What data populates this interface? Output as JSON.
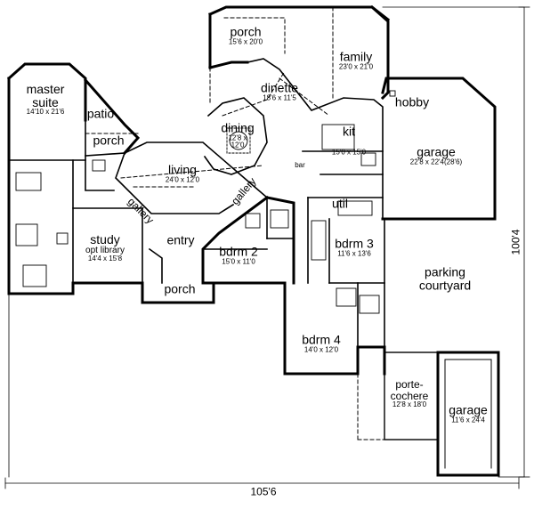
{
  "rooms": {
    "master_suite": {
      "name": "master\nsuite",
      "dims": "14'10 x 21'6"
    },
    "patio": {
      "name": "patio"
    },
    "porch_left": {
      "name": "porch"
    },
    "porch_top": {
      "name": "porch",
      "dims": "15'6 x 20'0"
    },
    "dinette": {
      "name": "dinette",
      "dims": "18'6 x 11'5"
    },
    "family": {
      "name": "family",
      "dims": "23'0 x 21'0"
    },
    "hobby": {
      "name": "hobby"
    },
    "dining": {
      "name": "dining",
      "dims": "12'8 x\n12'0"
    },
    "kit": {
      "name": "kit",
      "dims": "15'0 x 15'0"
    },
    "bar": {
      "name": "bar"
    },
    "living": {
      "name": "living",
      "dims": "24'0 x 12'0"
    },
    "garage_right": {
      "name": "garage",
      "dims": "22'8 x 22'4(28'6)"
    },
    "gallery_left": {
      "name": "gallery"
    },
    "gallery_right": {
      "name": "gallery"
    },
    "util": {
      "name": "util"
    },
    "study": {
      "name": "study",
      "sub": "opt library",
      "dims": "14'4 x 15'8"
    },
    "entry": {
      "name": "entry"
    },
    "bdrm2": {
      "name": "bdrm 2",
      "dims": "15'0 x 11'0"
    },
    "bdrm3": {
      "name": "bdrm 3",
      "dims": "11'6 x 13'6"
    },
    "parking": {
      "name": "parking\ncourtyard"
    },
    "porch_entry": {
      "name": "porch"
    },
    "bdrm4": {
      "name": "bdrm 4",
      "dims": "14'0 x 12'0"
    },
    "porte_cochere": {
      "name": "porte-\ncochere",
      "dims": "12'8 x 18'0"
    },
    "garage_bottom": {
      "name": "garage",
      "dims": "11'6 x 24'4"
    }
  },
  "dimensions": {
    "width": "105'6",
    "depth": "100'4"
  }
}
